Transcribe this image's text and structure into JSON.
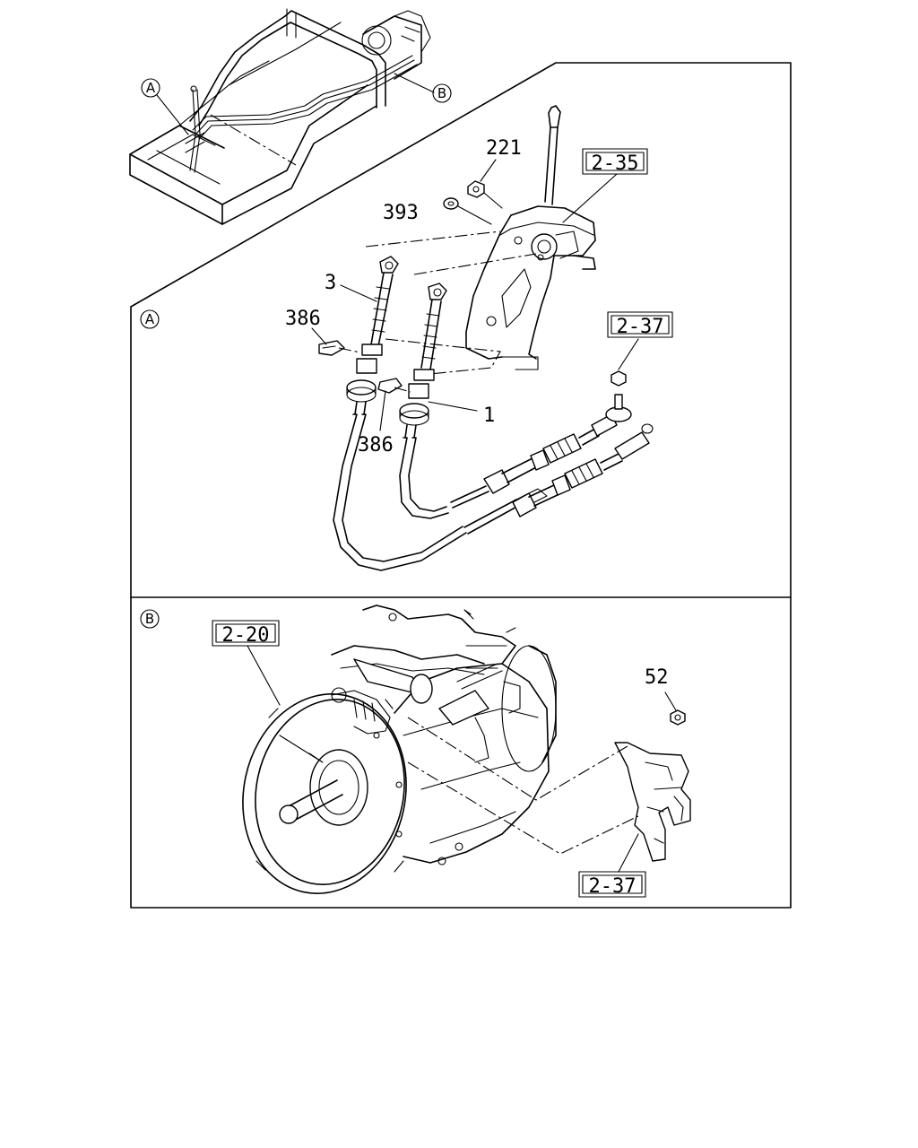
{
  "labels": {
    "part_221": "221",
    "part_393": "393",
    "part_3": "3",
    "part_386_top": "386",
    "part_386_bottom": "386",
    "part_1": "1",
    "part_52": "52"
  },
  "refs": {
    "ref_2_35": "2-35",
    "ref_2_37_top": "2-37",
    "ref_2_20": "2-20",
    "ref_2_37_bottom": "2-37"
  },
  "views": {
    "a_overview": "A",
    "b_overview": "B",
    "a_section": "A",
    "b_section": "B"
  }
}
